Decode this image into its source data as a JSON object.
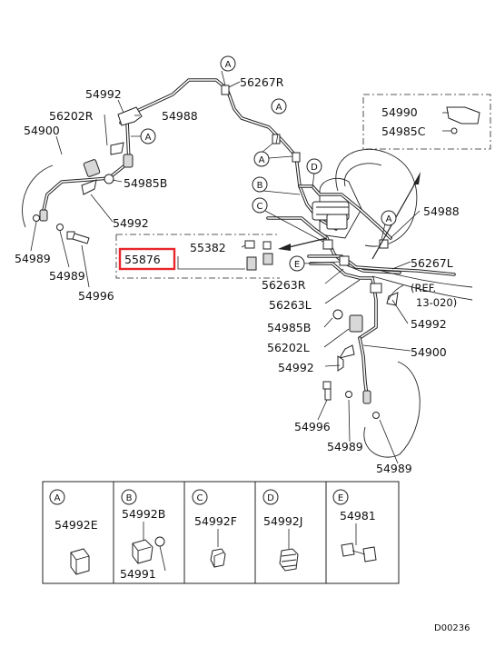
{
  "labels": {
    "p54992_top": "54992",
    "p56202R": "56202R",
    "p54988_top": "54988",
    "p56267R": "56267R",
    "p54900_left": "54900",
    "p54985B_left": "54985B",
    "p54992_mid": "54992",
    "p54989_left_a": "54989",
    "p54989_left_b": "54989",
    "p54996_left": "54996",
    "p55382": "55382",
    "p55876": "55876",
    "p54990": "54990",
    "p54985C": "54985C",
    "p54988_right": "54988",
    "p56267L": "56267L",
    "p56263R": "56263R",
    "p56263L": "56263L",
    "ref_line1": "(REF.",
    "ref_line2": "13-020)",
    "p54985B_right": "54985B",
    "p54992_right": "54992",
    "p56202L": "56202L",
    "p54900_right": "54900",
    "p54992_low": "54992",
    "p54996_right": "54996",
    "p54989_right_a": "54989",
    "p54989_right_b": "54989"
  },
  "callouts": {
    "a": "A",
    "b": "B",
    "c": "C",
    "d": "D",
    "e": "E"
  },
  "legend": [
    {
      "letter": "A",
      "parts": [
        "54992E"
      ]
    },
    {
      "letter": "B",
      "parts": [
        "54992B",
        "54991"
      ]
    },
    {
      "letter": "C",
      "parts": [
        "54992F"
      ]
    },
    {
      "letter": "D",
      "parts": [
        "54992J"
      ]
    },
    {
      "letter": "E",
      "parts": [
        "54981"
      ]
    }
  ],
  "highlight": {
    "part": "55876",
    "color": "#e8262b"
  },
  "diagram_code": "D00236"
}
